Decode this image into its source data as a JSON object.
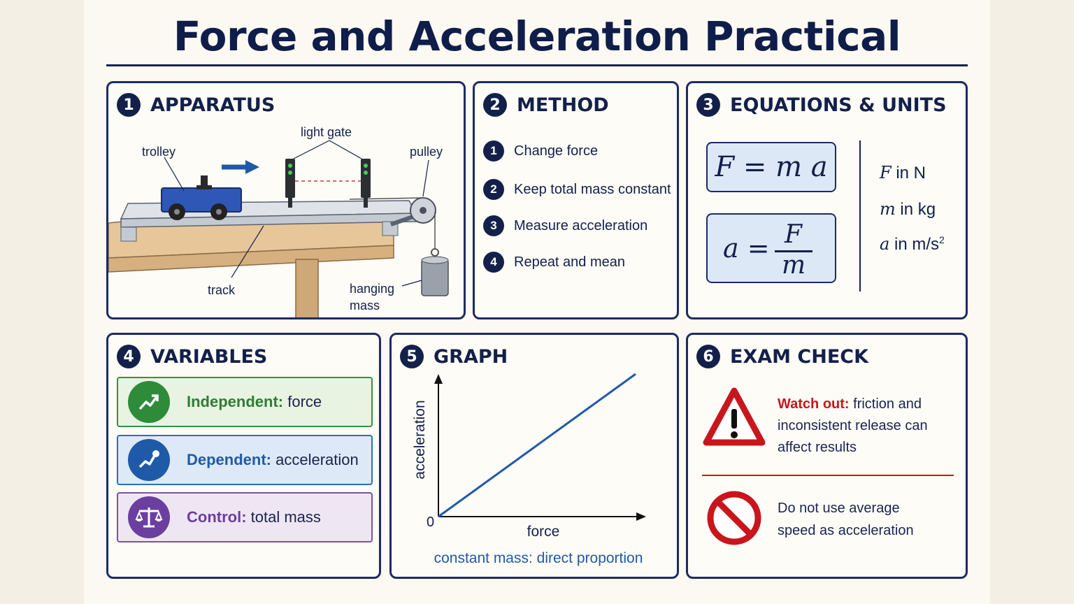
{
  "title": "Force and Acceleration Practical",
  "colors": {
    "navy": "#13204a",
    "accent_blue": "#1f5aa8",
    "green": "#2e8b3a",
    "purple": "#6b3fa0",
    "red": "#c8161d"
  },
  "apparatus": {
    "number": "1",
    "title": "APPARATUS",
    "labels": {
      "trolley": "trolley",
      "light_gate": "light gate",
      "pulley": "pulley",
      "track": "track",
      "hanging_mass_1": "hanging",
      "hanging_mass_2": "mass"
    }
  },
  "method": {
    "number": "2",
    "title": "METHOD",
    "steps": [
      {
        "n": "1",
        "text": "Change force"
      },
      {
        "n": "2",
        "text": "Keep total mass constant"
      },
      {
        "n": "3",
        "text": "Measure acceleration"
      },
      {
        "n": "4",
        "text": "Repeat and mean"
      }
    ]
  },
  "equations": {
    "number": "3",
    "title": "EQUATIONS & UNITS",
    "eq1": "F = m a",
    "eq2": {
      "lhs": "a =",
      "numerator": "F",
      "denominator": "m"
    },
    "units": [
      {
        "sym": "F",
        "text": " in N",
        "sup": ""
      },
      {
        "sym": "m",
        "text": " in kg",
        "sup": ""
      },
      {
        "sym": "a",
        "text": " in m/s",
        "sup": "2"
      }
    ]
  },
  "variables": {
    "number": "4",
    "title": "VARIABLES",
    "independent": {
      "key": "Independent:",
      "value": " force",
      "icon": "trend-up-icon"
    },
    "dependent": {
      "key": "Dependent:",
      "value": " acceleration",
      "icon": "line-graph-icon"
    },
    "control": {
      "key": "Control:",
      "value": " total mass",
      "icon": "balance-scale-icon"
    }
  },
  "graph": {
    "number": "5",
    "title": "GRAPH",
    "caption": "constant mass: direct proportion"
  },
  "chart_data": {
    "type": "line",
    "xlabel": "force",
    "ylabel": "acceleration",
    "origin_label": "0",
    "series": [
      {
        "x": [
          0,
          1
        ],
        "y": [
          0,
          1
        ]
      }
    ]
  },
  "exam": {
    "number": "6",
    "title": "EXAM CHECK",
    "warning": {
      "key": "Watch out:",
      "line1": " friction and",
      "line2": "inconsistent release can",
      "line3": "affect results",
      "icon": "warning-triangle-icon"
    },
    "prohibition": {
      "line1": "Do not use average",
      "line2": "speed as acceleration",
      "icon": "no-entry-icon"
    }
  }
}
